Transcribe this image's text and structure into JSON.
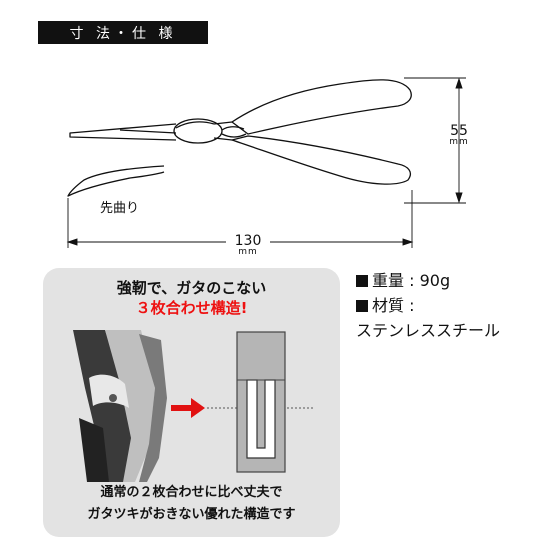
{
  "header": {
    "title": "寸 法・仕 様"
  },
  "dimensions": {
    "height_value": "55",
    "height_unit": "mm",
    "length_value": "130",
    "length_unit": "mm",
    "tip_label": "先曲り"
  },
  "specs": {
    "weight_label": "重量",
    "weight_value": "90g",
    "material_label": "材質",
    "material_value": "ステンレススチール",
    "separator": ":"
  },
  "feature_panel": {
    "headline_line1": "強靭で、ガタのこない",
    "headline_line2": "３枚合わせ構造!",
    "caption_line1": "通常の２枚合わせに比べ丈夫で",
    "caption_line2": "ガタツキがおきない優れた構造です"
  },
  "colors": {
    "accent_red": "#e11111",
    "panel_bg": "#e3e3e3",
    "header_bg": "#111111"
  }
}
